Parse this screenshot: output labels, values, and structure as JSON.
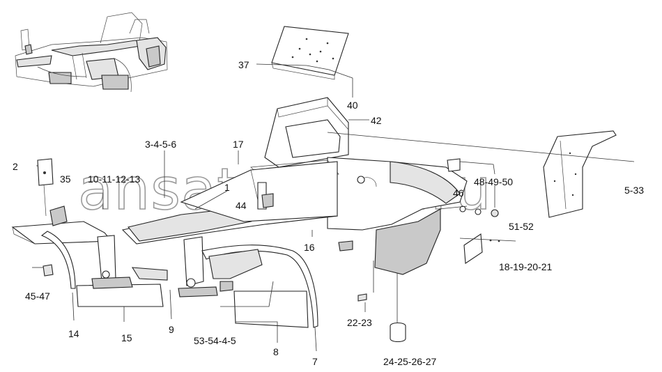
{
  "watermark": "ansat-parts.ru",
  "corner_mark": "",
  "callouts": [
    {
      "id": "c37",
      "text": "37"
    },
    {
      "id": "c40",
      "text": "40"
    },
    {
      "id": "c42",
      "text": "42"
    },
    {
      "id": "c3456",
      "text": "3-4-5-6"
    },
    {
      "id": "c17",
      "text": "17"
    },
    {
      "id": "c2",
      "text": "2"
    },
    {
      "id": "c35",
      "text": "35"
    },
    {
      "id": "c10111213",
      "text": "10-11-12-13"
    },
    {
      "id": "c1",
      "text": "1"
    },
    {
      "id": "c44",
      "text": "44"
    },
    {
      "id": "c46",
      "text": "46"
    },
    {
      "id": "c484950",
      "text": "48-49-50"
    },
    {
      "id": "c533",
      "text": "5-33"
    },
    {
      "id": "c5152",
      "text": "51-52"
    },
    {
      "id": "c16",
      "text": "16"
    },
    {
      "id": "c18192021",
      "text": "18-19-20-21"
    },
    {
      "id": "c4547",
      "text": "45-47"
    },
    {
      "id": "c2223",
      "text": "22-23"
    },
    {
      "id": "c14",
      "text": "14"
    },
    {
      "id": "c15",
      "text": "15"
    },
    {
      "id": "c9",
      "text": "9"
    },
    {
      "id": "c535445",
      "text": "53-54-4-5"
    },
    {
      "id": "c8",
      "text": "8"
    },
    {
      "id": "c7",
      "text": "7"
    },
    {
      "id": "c24252627",
      "text": "24-25-26-27"
    }
  ]
}
